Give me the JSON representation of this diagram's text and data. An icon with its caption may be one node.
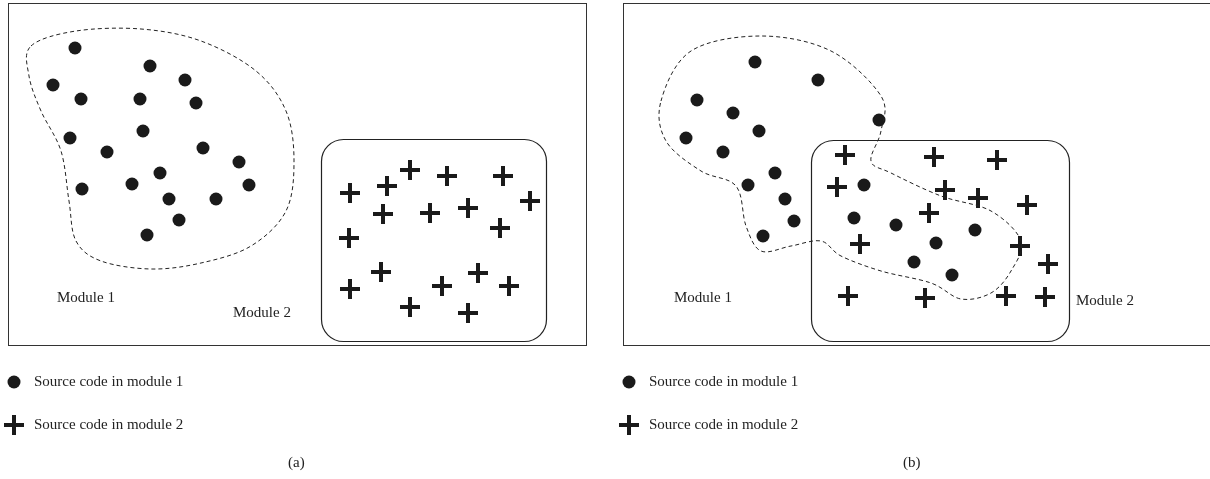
{
  "diagram": {
    "nodes": [
      {
        "text": [],
        "shape": "box"
      },
      {
        "text": [
          "Module 1"
        ],
        "in": 0
      },
      {
        "text": [
          "Module 2"
        ],
        "in": 0
      },
      {
        "text": [],
        "shape": "box"
      },
      {
        "text": [
          "Module 1"
        ],
        "in": 3
      },
      {
        "text": [
          "Module 2"
        ],
        "in": 3
      }
    ],
    "edges": [],
    "labels": [
      "(a)",
      "(b)"
    ],
    "legend": [
      {
        "text": "Source code in module 1"
      },
      {
        "text": "Source code in module 2"
      },
      {
        "text": "Source code in module 1"
      },
      {
        "text": "Source code in module 2"
      }
    ]
  }
}
